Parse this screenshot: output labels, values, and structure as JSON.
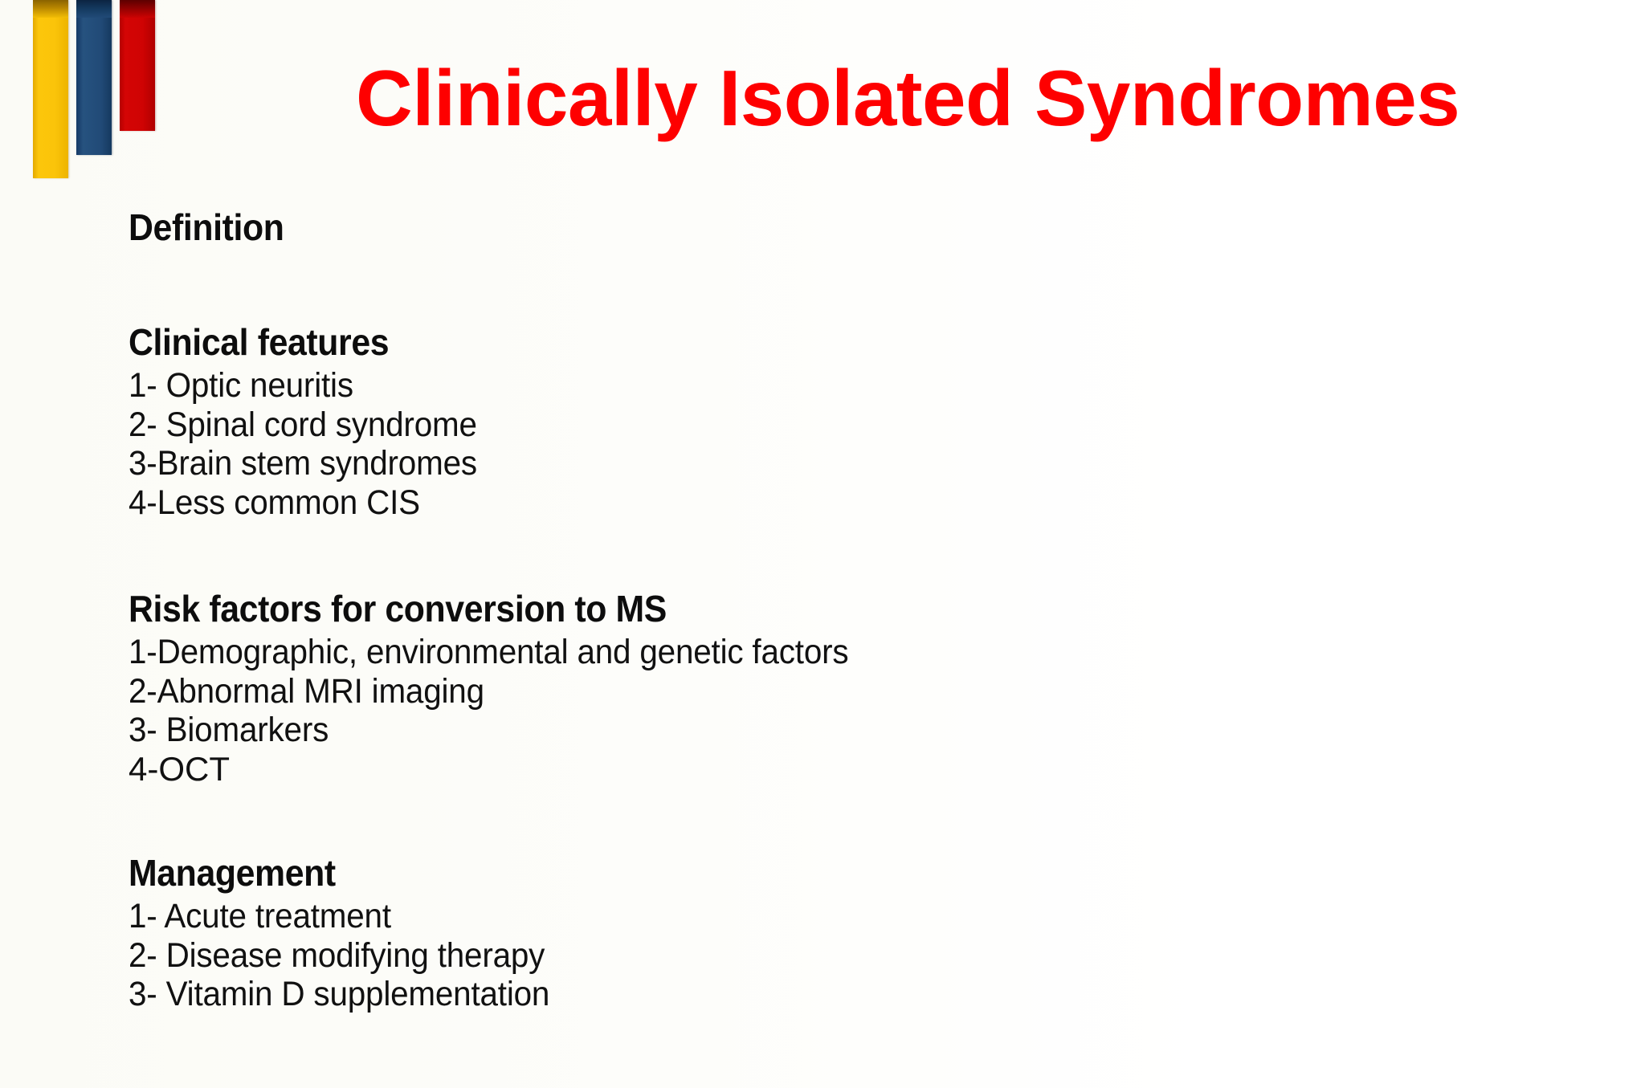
{
  "slide": {
    "title": "Clinically Isolated Syndromes",
    "title_color": "#fe0000",
    "background_color": "#ffffff"
  },
  "decor": {
    "bars": [
      {
        "name": "yellow-bar",
        "color": "#fbc40a"
      },
      {
        "name": "blue-bar",
        "color": "#214a77"
      },
      {
        "name": "red-bar",
        "color": "#cf0303"
      }
    ]
  },
  "sections": [
    {
      "heading": "Definition",
      "items": []
    },
    {
      "heading": "Clinical features",
      "items": [
        "1- Optic neuritis",
        "2- Spinal cord syndrome",
        "3-Brain stem syndromes",
        "4-Less common CIS"
      ]
    },
    {
      "heading": "Risk factors for conversion to MS",
      "items": [
        "1-Demographic, environmental and genetic factors",
        "2-Abnormal MRI imaging",
        "3- Biomarkers",
        "4-OCT"
      ]
    },
    {
      "heading": "Management",
      "items": [
        "1- Acute treatment",
        "2- Disease modifying therapy",
        "3- Vitamin D supplementation"
      ]
    }
  ]
}
